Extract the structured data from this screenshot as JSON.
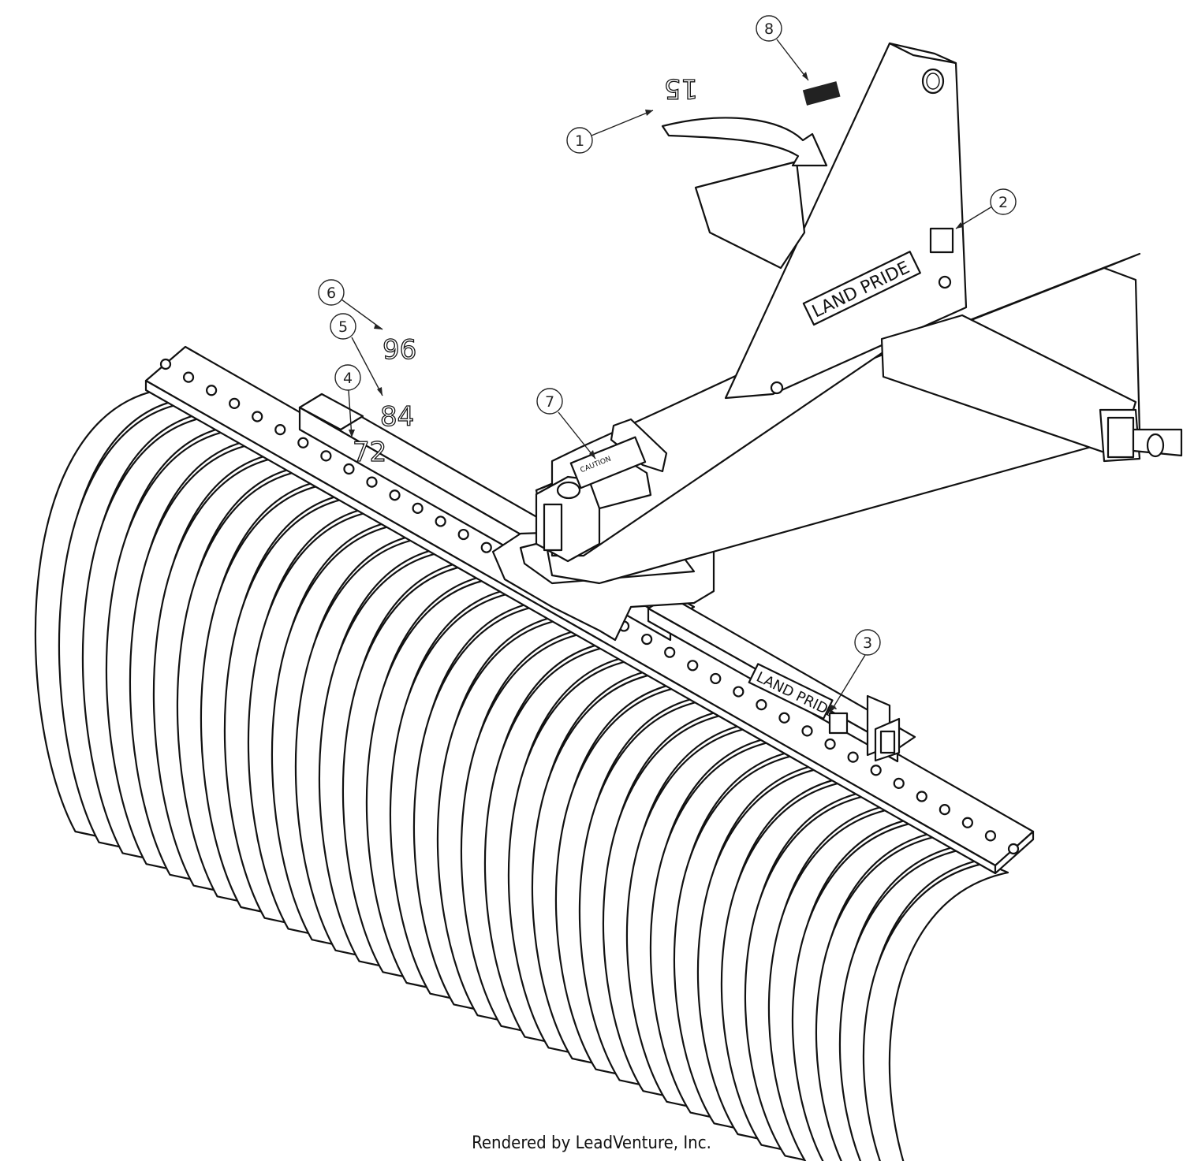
{
  "decals": {
    "brand_frame": "LAND PRIDE",
    "brand_bar": "LAND PRIDE",
    "caution": "CAUTION",
    "size_15": "15",
    "size_96": "96",
    "size_84": "84",
    "size_72": "72"
  },
  "callouts": [
    {
      "id": "1"
    },
    {
      "id": "2"
    },
    {
      "id": "3"
    },
    {
      "id": "4"
    },
    {
      "id": "5"
    },
    {
      "id": "6"
    },
    {
      "id": "7"
    },
    {
      "id": "8"
    }
  ],
  "footer": {
    "text": "Rendered by LeadVenture, Inc."
  }
}
